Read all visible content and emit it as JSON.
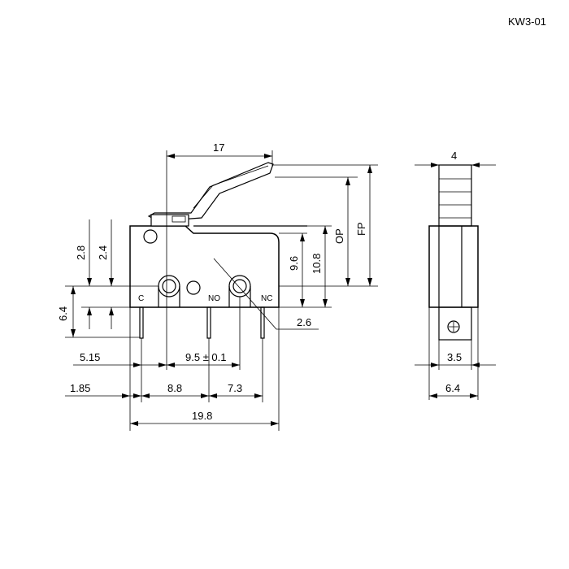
{
  "title": "KW3-01",
  "terminals": {
    "c": "C",
    "no": "NO",
    "nc": "NC"
  },
  "dimensions": {
    "lever_length": "17",
    "op": "OP",
    "fp": "FP",
    "h_2_8": "2.8",
    "h_2_4": "2.4",
    "h_9_6": "9.6",
    "h_10_8": "10.8",
    "h_6_4": "6.4",
    "hole_2_6": "2.6",
    "x_5_15": "5.15",
    "x_9_5": "9.5 ± 0.1",
    "x_1_85": "1.85",
    "x_8_8": "8.8",
    "x_7_3": "7.3",
    "body_length": "19.8",
    "side_top": "4",
    "side_3_5": "3.5",
    "side_6_4": "6.4"
  }
}
